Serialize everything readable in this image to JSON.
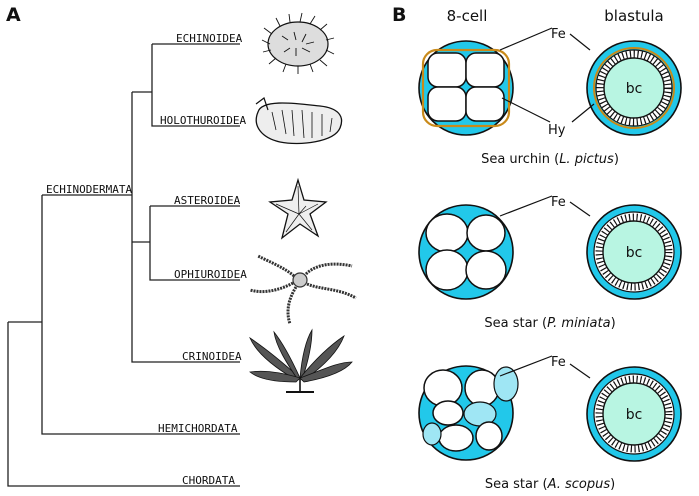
{
  "panel_a": {
    "letter": "A",
    "taxa": {
      "echinoidea": "ECHINOIDEA",
      "holothuroidea": "HOLOTHUROIDEA",
      "asteroidea": "ASTEROIDEA",
      "ophiuroidea": "OPHIUROIDEA",
      "crinoidea": "CRINOIDEA",
      "hemichordata": "HEMICHORDATA",
      "chordata": "CHORDATA"
    },
    "clade_label": "ECHINODERMATA"
  },
  "panel_b": {
    "letter": "B",
    "col_8cell": "8-cell",
    "col_blastula": "blastula",
    "labels": {
      "fe": "Fe",
      "hy": "Hy",
      "bc": "bc"
    },
    "rows": [
      {
        "common": "Sea urchin",
        "species": "L. pictus"
      },
      {
        "common": "Sea star",
        "species": "P. miniata"
      },
      {
        "common": "Sea star",
        "species": "A. scopus"
      }
    ]
  },
  "colors": {
    "fertilization_envelope": "#22c8ea",
    "blastocoel": "#b8f5e2",
    "hyaline_layer": "#c98a1a",
    "loose_cells": "#9fe6f4"
  }
}
